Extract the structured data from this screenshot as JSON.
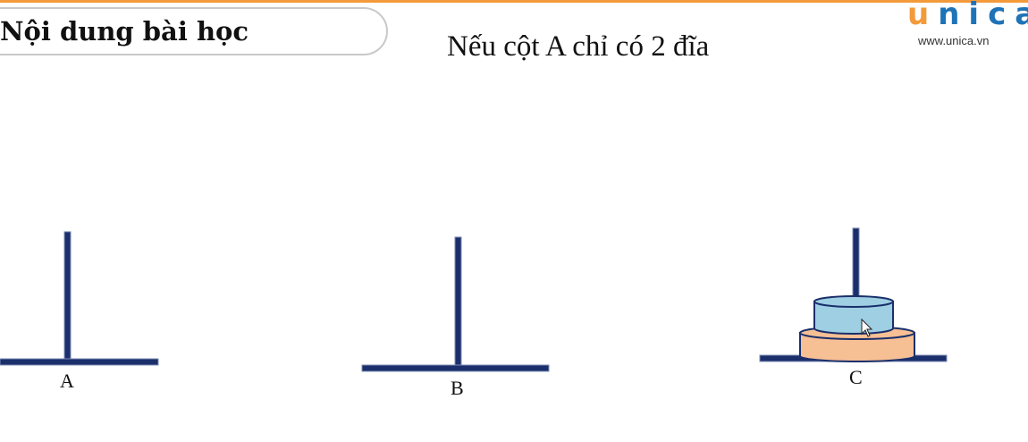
{
  "section_tab": {
    "label": "Nội dung bài học"
  },
  "slide": {
    "title": "Nếu cột A chỉ có 2 đĩa"
  },
  "logo": {
    "prefix": "u",
    "rest": "nica",
    "url": "www.unica.vn",
    "colors": {
      "u": "#f39a3a",
      "nica": "#1f73b7"
    }
  },
  "pegs": [
    {
      "label": "A",
      "disks": []
    },
    {
      "label": "B",
      "disks": []
    },
    {
      "label": "C",
      "disks": [
        "large-disk",
        "small-disk"
      ]
    }
  ],
  "colors": {
    "peg": "#1a2f6b",
    "disk_large": "#f7bf94",
    "disk_small": "#9fcfe3",
    "accent_line": "#f39a3a"
  },
  "cursor": {
    "icon": "mouse-pointer-icon"
  }
}
